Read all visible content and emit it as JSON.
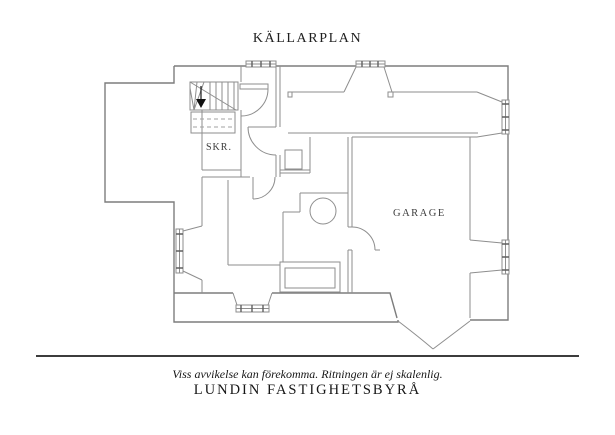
{
  "title": "KÄLLARPLAN",
  "plan": {
    "skr_label": "SKR.",
    "garage_label": "GARAGE",
    "icons": {
      "stairs_direction": "down-arrow"
    },
    "colors": {
      "wall_line": "#7d7d7d",
      "interior_line": "#8e8e8e",
      "text": "#3c3c3c"
    }
  },
  "footer": {
    "disclaimer": "Viss avvikelse kan förekomma. Ritningen är ej skalenlig.",
    "agency": "LUNDIN FASTIGHETSBYRÅ"
  }
}
